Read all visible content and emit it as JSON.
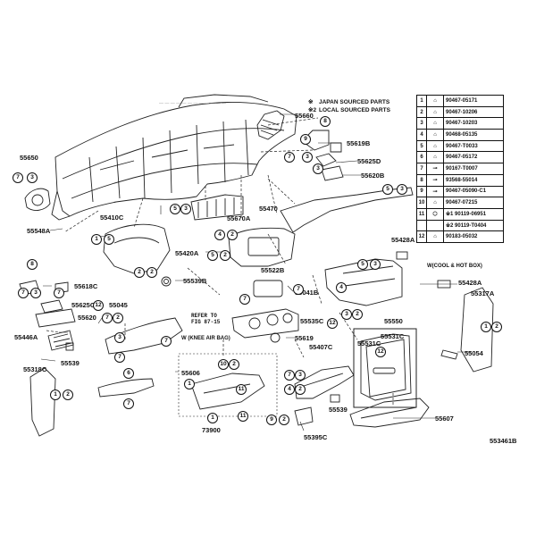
{
  "diagram_id": "553461B",
  "legend": [
    {
      "mark": "※",
      "text": "JAPAN SOURCED PARTS"
    },
    {
      "mark": "※2",
      "text": "LOCAL SOURCED PARTS"
    }
  ],
  "fastener_table": [
    {
      "index": "1",
      "icon": "clip-icon",
      "part": "90467-05171"
    },
    {
      "index": "2",
      "icon": "clip-icon",
      "part": "90467-10206"
    },
    {
      "index": "3",
      "icon": "clip-icon",
      "part": "90467-10203"
    },
    {
      "index": "4",
      "icon": "clip-icon",
      "part": "90468-05135"
    },
    {
      "index": "5",
      "icon": "clip-icon",
      "part": "90467-T0033"
    },
    {
      "index": "6",
      "icon": "clip-icon",
      "part": "90467-05172"
    },
    {
      "index": "7",
      "icon": "screw-icon",
      "part": "90167-T0007"
    },
    {
      "index": "8",
      "icon": "screw-icon",
      "part": "93568-55014"
    },
    {
      "index": "9",
      "icon": "screw-icon",
      "part": "90467-05090-C1"
    },
    {
      "index": "10",
      "icon": "clip-icon",
      "part": "90467-07215"
    },
    {
      "index": "11",
      "icon": "nut-icon",
      "part": "※1 90119-06951"
    },
    {
      "index": "",
      "icon": "",
      "part": "※2 90119-T0404"
    },
    {
      "index": "12",
      "icon": "clip-icon",
      "part": "90183-05032"
    }
  ],
  "refer_note": "REFER TO\nFIG 87-15",
  "annotations": {
    "cool_hot_box": "W(COOL & HOT BOX)",
    "knee_air_bag": "W (KNEE AIR BAG)"
  },
  "part_labels": [
    {
      "id": "55660",
      "text": "55660"
    },
    {
      "id": "55619B",
      "text": "55619B"
    },
    {
      "id": "55625D",
      "text": "55625D"
    },
    {
      "id": "55620B",
      "text": "55620B"
    },
    {
      "id": "55650",
      "text": "55650"
    },
    {
      "id": "55470",
      "text": "55470"
    },
    {
      "id": "55410C",
      "text": "55410C"
    },
    {
      "id": "55670A",
      "text": "55670A"
    },
    {
      "id": "55548A",
      "text": "55548A"
    },
    {
      "id": "55420A",
      "text": "55420A"
    },
    {
      "id": "55428A-top",
      "text": "55428A"
    },
    {
      "id": "55522B",
      "text": "55522B"
    },
    {
      "id": "55539B",
      "text": "55539B"
    },
    {
      "id": "55618C",
      "text": "55618C"
    },
    {
      "id": "55041B",
      "text": "55041B"
    },
    {
      "id": "55428A-right",
      "text": "55428A"
    },
    {
      "id": "55317A",
      "text": "55317A"
    },
    {
      "id": "55625C",
      "text": "55625C"
    },
    {
      "id": "55045",
      "text": "55045"
    },
    {
      "id": "55620",
      "text": "55620"
    },
    {
      "id": "55535C",
      "text": "55535C"
    },
    {
      "id": "55550",
      "text": "55550"
    },
    {
      "id": "55446A",
      "text": "55446A"
    },
    {
      "id": "55619",
      "text": "55619"
    },
    {
      "id": "55531C-a",
      "text": "55531C"
    },
    {
      "id": "55531C-b",
      "text": "55531C"
    },
    {
      "id": "55539-left",
      "text": "55539"
    },
    {
      "id": "55407C",
      "text": "55407C"
    },
    {
      "id": "55054",
      "text": "55054"
    },
    {
      "id": "55318C",
      "text": "55318C"
    },
    {
      "id": "55606",
      "text": "55606"
    },
    {
      "id": "55539-mid",
      "text": "55539"
    },
    {
      "id": "55607",
      "text": "55607"
    },
    {
      "id": "73900",
      "text": "73900"
    },
    {
      "id": "55395C",
      "text": "55395C"
    }
  ],
  "callouts": [
    "1",
    "2",
    "3",
    "4",
    "5",
    "6",
    "7",
    "8",
    "9",
    "10",
    "11",
    "12"
  ]
}
